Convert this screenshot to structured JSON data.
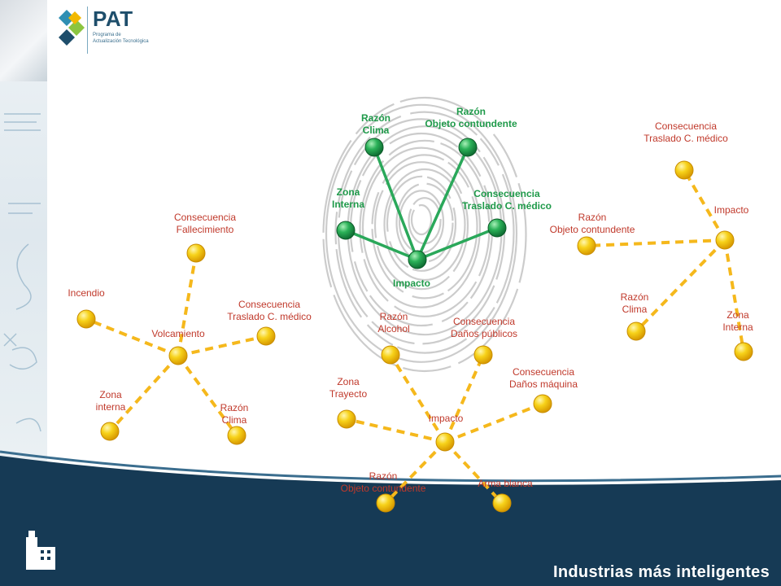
{
  "header": {
    "logo_title": "PAT",
    "logo_sub_line1": "Programa de",
    "logo_sub_line2": "Actualización Tecnológica"
  },
  "footer": {
    "tagline": "Industrias más inteligentes"
  },
  "colors": {
    "node_yellow": "#f5c400",
    "edge_orange": "#f5b81c",
    "node_green": "#1e9a4a",
    "edge_green": "#2aa85a",
    "label_red": "#c0392b",
    "label_green": "#1f9a4a",
    "footer_dark": "#163a55"
  },
  "icons": {
    "footer_icon": "building-icon",
    "logo_mark": "pat-logo-mark"
  },
  "diagrams": [
    {
      "style": "yellow",
      "hub": {
        "line1": "Volcamiento",
        "line2": ""
      },
      "leaves": [
        {
          "line1": "Consecuencia",
          "line2": "Fallecimiento"
        },
        {
          "line1": "Incendio",
          "line2": ""
        },
        {
          "line1": "Consecuencia",
          "line2": "Traslado C. médico"
        },
        {
          "line1": "Zona",
          "line2": "interna"
        },
        {
          "line1": "Razón",
          "line2": "Clima"
        }
      ]
    },
    {
      "style": "green",
      "hub": {
        "line1": "Impacto",
        "line2": ""
      },
      "leaves": [
        {
          "line1": "Razón",
          "line2": "Clima"
        },
        {
          "line1": "Razón",
          "line2": "Objeto contundente"
        },
        {
          "line1": "Zona",
          "line2": "Interna"
        },
        {
          "line1": "Consecuencia",
          "line2": "Traslado C. médico"
        }
      ]
    },
    {
      "style": "yellow",
      "hub": {
        "line1": "Impacto",
        "line2": ""
      },
      "leaves": [
        {
          "line1": "Razón",
          "line2": "Alcohol"
        },
        {
          "line1": "Consecuencia",
          "line2": "Daños públicos"
        },
        {
          "line1": "Zona",
          "line2": "Trayecto"
        },
        {
          "line1": "Consecuencia",
          "line2": "Daños máquina"
        },
        {
          "line1": "Razón",
          "line2": "Objeto contundente"
        },
        {
          "line1": "Arma blanca",
          "line2": ""
        }
      ]
    },
    {
      "style": "yellow",
      "hub": {
        "line1": "Impacto",
        "line2": ""
      },
      "leaves": [
        {
          "line1": "Consecuencia",
          "line2": "Traslado C. médico"
        },
        {
          "line1": "Razón",
          "line2": "Objeto contundente"
        },
        {
          "line1": "Razón",
          "line2": "Clima"
        },
        {
          "line1": "Zona",
          "line2": "Interna"
        }
      ]
    }
  ]
}
